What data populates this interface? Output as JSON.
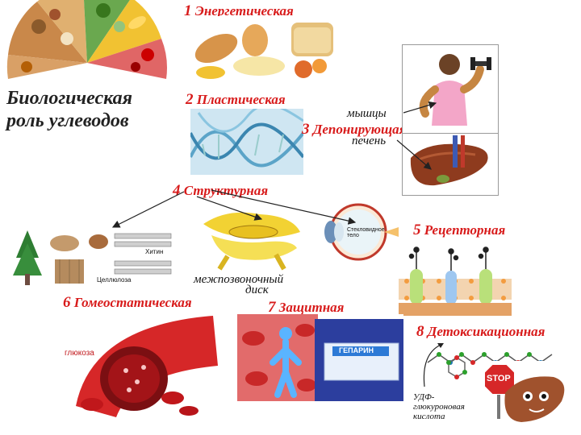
{
  "title": {
    "line1": "Биологическая",
    "line2": "роль углеводов"
  },
  "functions": [
    {
      "num": "1",
      "label": "Энергетическая"
    },
    {
      "num": "2",
      "label": "Пластическая"
    },
    {
      "num": "3",
      "label": "Депонирующая"
    },
    {
      "num": "4",
      "label": "Структурная"
    },
    {
      "num": "5",
      "label": "Рецепторная"
    },
    {
      "num": "6",
      "label": "Гомеостатическая"
    },
    {
      "num": "7",
      "label": "Защитная"
    },
    {
      "num": "8",
      "label": "Детоксикационная"
    }
  ],
  "captions": {
    "muscles": "мышцы",
    "liver": "печень",
    "disc_line1": "межпозвоночный",
    "disc_line2": "диск",
    "chitin": "Хитин",
    "cellulose": "Целлюлоза",
    "vitreous": "Стекловидное тело",
    "glucose": "глюкоза",
    "heparin": "ГЕПАРИН",
    "stop": "STOP",
    "udp_line1": "УДФ-",
    "udp_line2": "глюкуроновая",
    "udp_line3": "кислота"
  }
}
